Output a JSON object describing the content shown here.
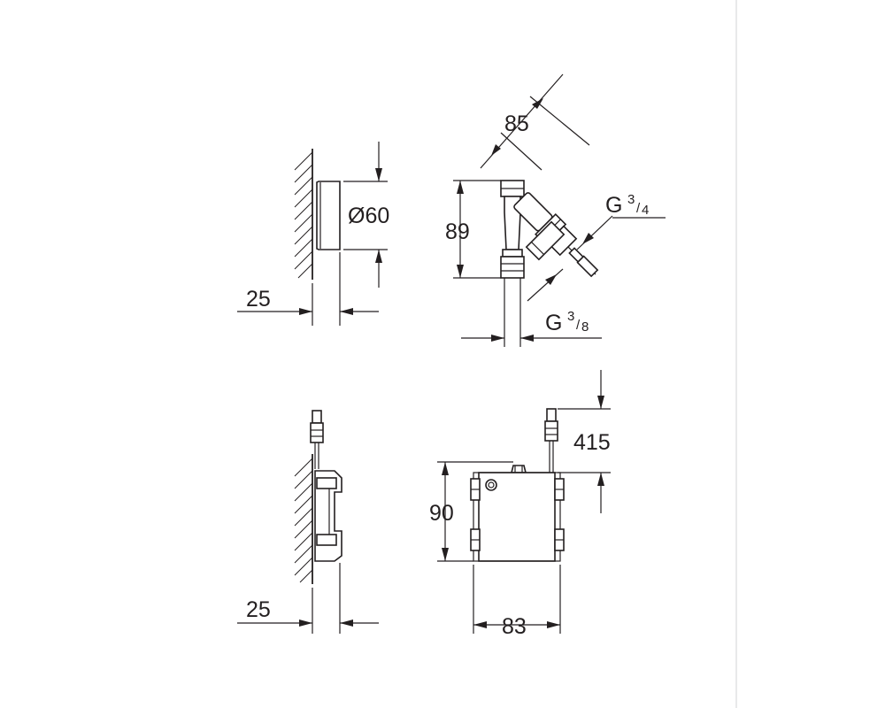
{
  "labels": {
    "wall_depth_top": "25",
    "diameter": "Ø60",
    "valve_angle_length": "85",
    "valve_height": "89",
    "thread_outlet": {
      "base": "G",
      "numerator": "3",
      "slash": "/",
      "denominator": "4"
    },
    "thread_inlet": {
      "base": "G",
      "numerator": "3",
      "slash": "/",
      "denominator": "8"
    },
    "cable_length": "415",
    "box_height": "90",
    "wall_depth_bottom": "25",
    "box_width": "83"
  },
  "colors": {
    "line": "#231f20",
    "frame": "#d2d3d4",
    "background": "#ffffff"
  }
}
